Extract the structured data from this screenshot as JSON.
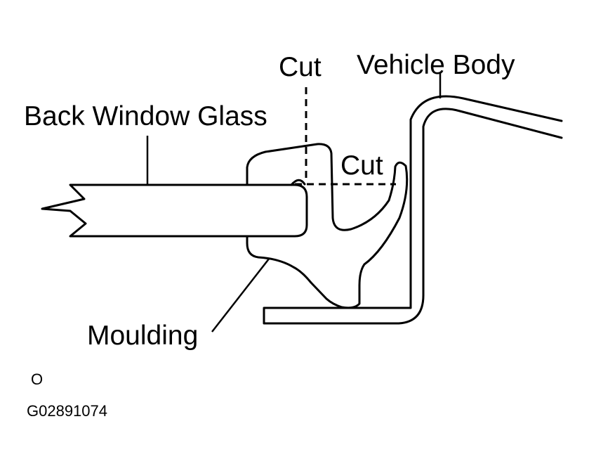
{
  "labels": {
    "back_window_glass": "Back Window Glass",
    "cut_vertical": "Cut",
    "cut_horizontal": "Cut",
    "vehicle_body": "Vehicle Body",
    "moulding": "Moulding",
    "orientation_mark": "O",
    "figure_code": "G02891074"
  },
  "colors": {
    "line": "#000000",
    "background": "#ffffff"
  }
}
